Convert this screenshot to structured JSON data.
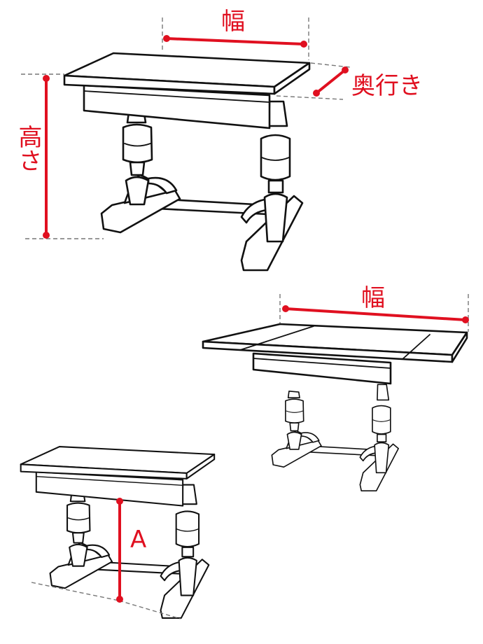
{
  "diagram": {
    "accent_color": "#e01020",
    "table_fixed": {
      "width_label": "幅",
      "depth_label": "奥行き",
      "height_label": "高さ"
    },
    "table_extended": {
      "width_label": "幅"
    },
    "table_clearance": {
      "clearance_label": "A"
    }
  }
}
